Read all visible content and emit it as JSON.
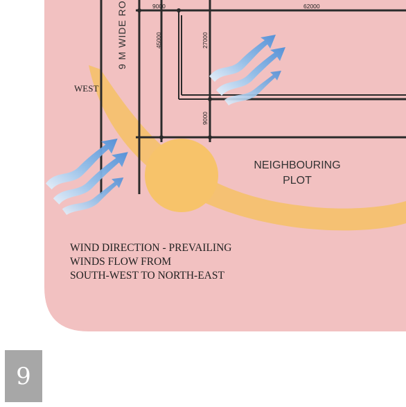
{
  "colors": {
    "background_panel": "#f2c1c1",
    "sun_path": "#f5c16a",
    "sun": "#f7c36a",
    "lines": "#2a2a2a",
    "wind_arrows": "#6fa7e0",
    "page_badge": "#a7a7a7"
  },
  "labels": {
    "road": "9 M WIDE RO",
    "west": "WEST",
    "neighbouring_line1": "NEIGHBOURING",
    "neighbouring_line2": "PLOT",
    "wind_line1": "WIND DIRECTION - PREVAILING",
    "wind_line2": "WINDS FLOW FROM",
    "wind_line3": "SOUTH-WEST TO NORTH-EAST"
  },
  "dimensions": {
    "top_left": "9000",
    "top_right": "62000",
    "vertical_a": "45000",
    "vertical_b": "27000",
    "vertical_c": "9000"
  },
  "icons": {
    "wind_arrow_top": "wind-arrows-icon",
    "wind_arrow_left": "wind-arrows-icon"
  },
  "page_number": "9"
}
